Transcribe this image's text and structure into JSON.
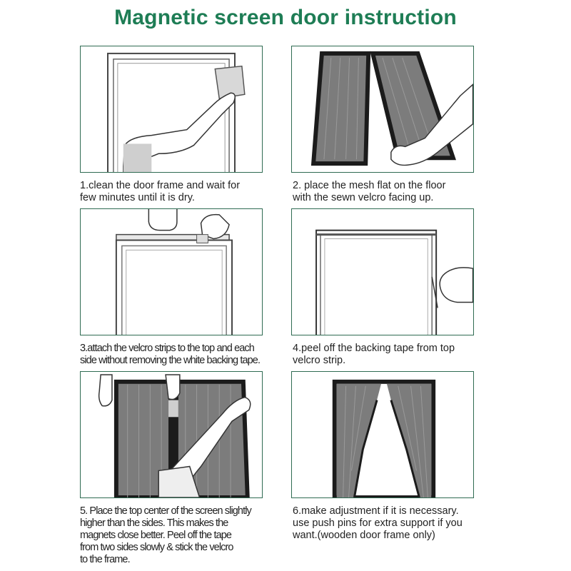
{
  "title": "Magnetic screen door instruction",
  "colors": {
    "title": "#1e7d55",
    "border": "#2f6b52",
    "mesh": "#7c7c7c",
    "frame": "#222222"
  },
  "steps": [
    {
      "lines": [
        "1.clean the door frame and wait for",
        "few minutes until it is dry."
      ],
      "illustration": "hand-wiping-frame-icon"
    },
    {
      "lines": [
        "2. place the mesh flat on the floor",
        "with the sewn velcro facing up."
      ],
      "illustration": "mesh-on-floor-icon"
    },
    {
      "lines": [
        "3.attach the velcro strips to the top and each",
        "side without removing the white backing tape."
      ],
      "illustration": "attach-velcro-icon"
    },
    {
      "lines": [
        "4.peel off the backing tape from top",
        "velcro strip."
      ],
      "illustration": "peel-tape-icon"
    },
    {
      "lines": [
        "5. Place the top center of the screen slightly",
        "higher than the sides. This makes the",
        "magnets close better. Peel off the tape",
        "from two sides slowly & stick the velcro",
        "to the frame."
      ],
      "illustration": "stick-screen-icon"
    },
    {
      "lines": [
        "6.make adjustment if it is necessary.",
        "use push pins for extra support if you",
        "want.(wooden door frame only)"
      ],
      "illustration": "installed-door-icon"
    }
  ]
}
